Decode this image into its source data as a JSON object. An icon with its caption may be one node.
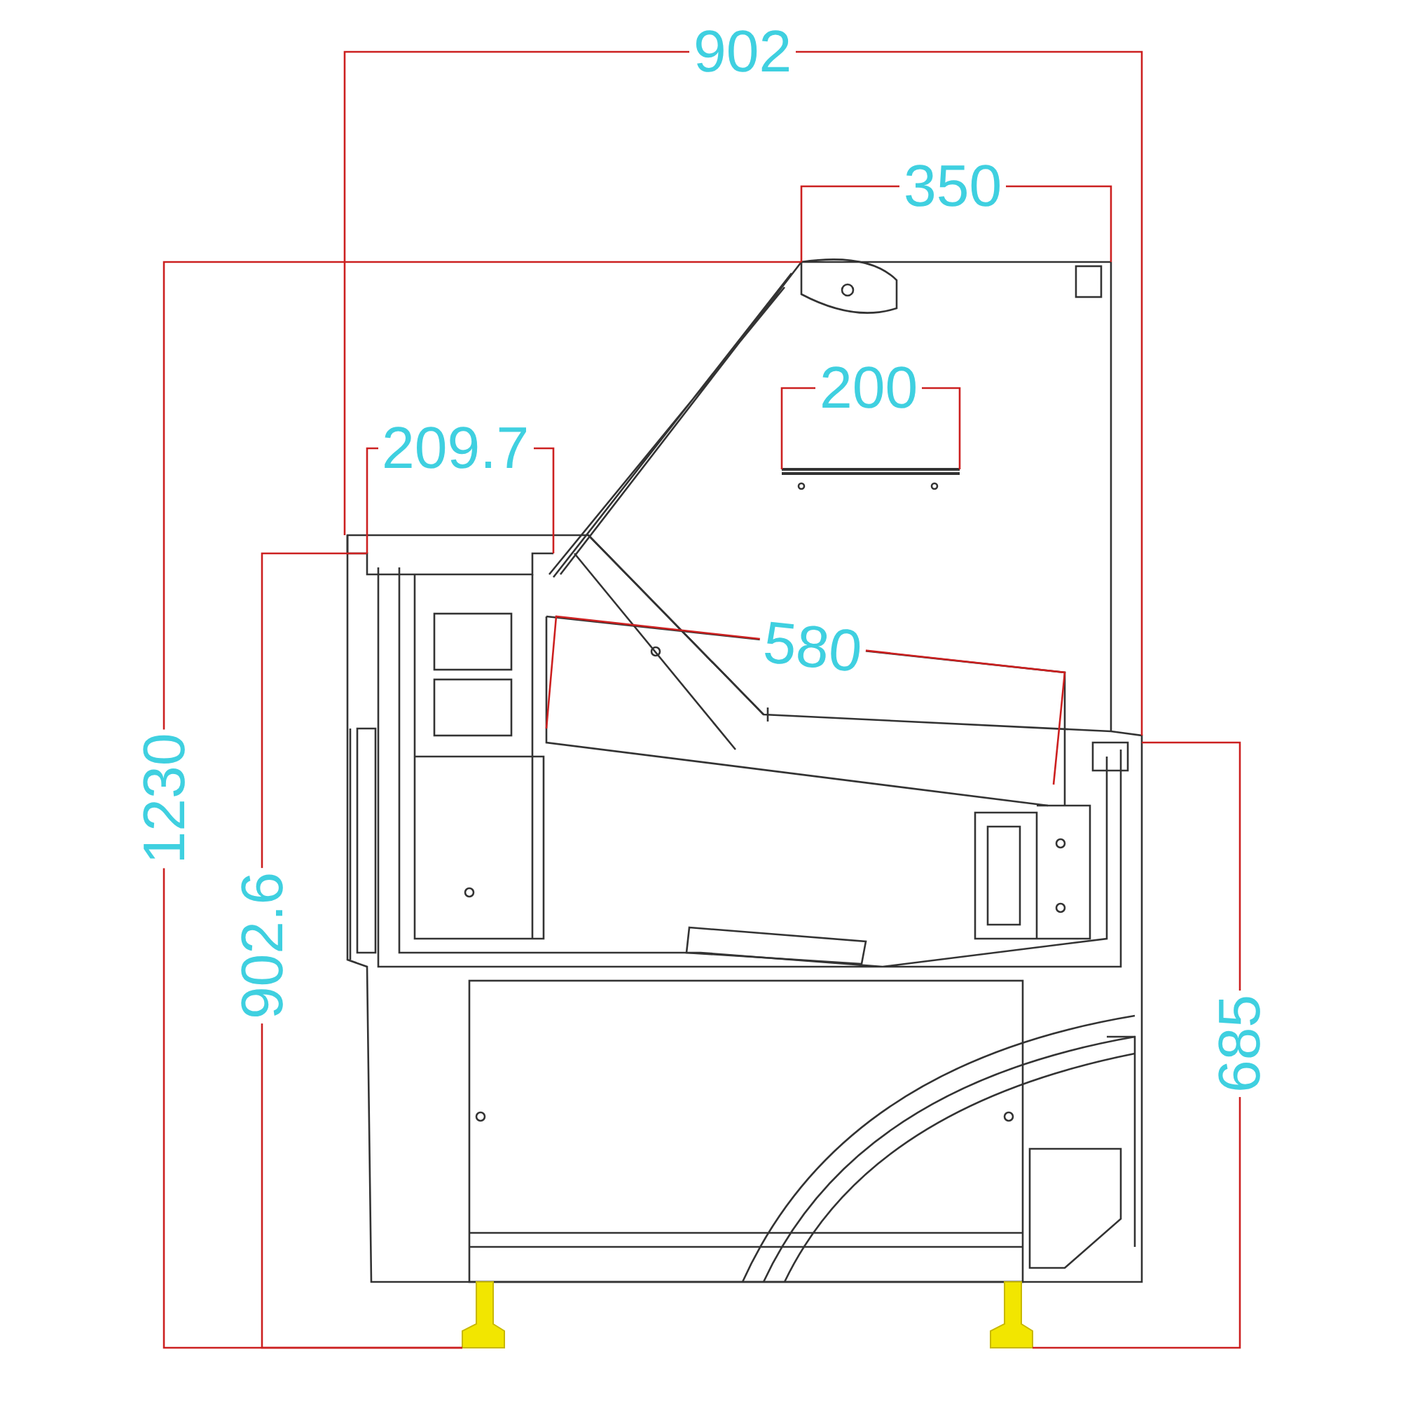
{
  "diagram": {
    "labels": [
      "902",
      "350",
      "200",
      "209.7",
      "580",
      "1230",
      "902.6",
      "685"
    ]
  }
}
